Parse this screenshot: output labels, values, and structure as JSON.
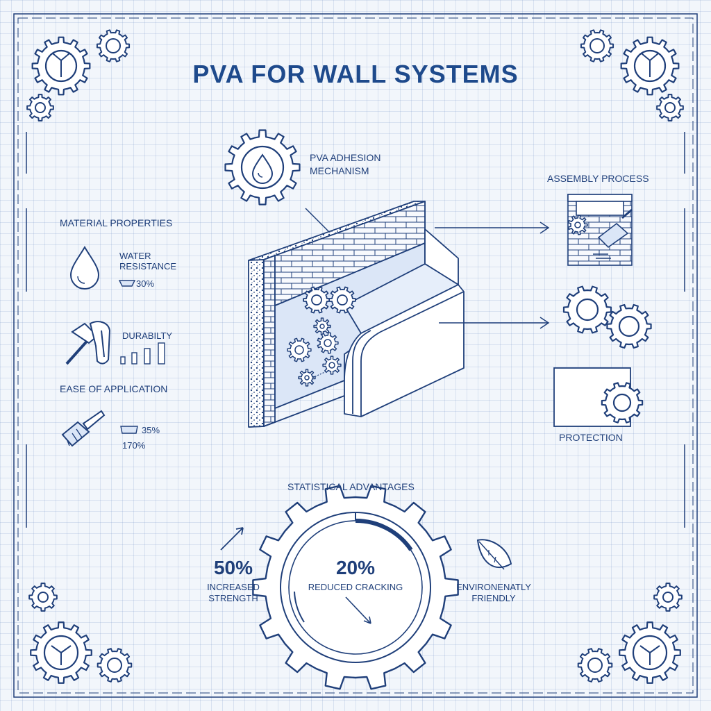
{
  "title": "PVA FOR WALL SYSTEMS",
  "adhesion": {
    "line1": "PVA ADHESION",
    "line2": "MECHANISM"
  },
  "material": {
    "heading": "MATERIAL PROPERTIES",
    "water_label_1": "WATER",
    "water_label_2": "RESISTANCE",
    "water_value": "30%",
    "durability_label": "DURABILTY",
    "ease_label": "EASE OF APPLICATION",
    "ease_value_1": "35%",
    "ease_value_2": "170%"
  },
  "assembly": {
    "heading": "ASSEMBLY PROCESS"
  },
  "protection": {
    "label": "PROTECTION"
  },
  "stats": {
    "heading": "STATISTICAL ADVANTAGES",
    "left_value": "50%",
    "left_label_1": "INCREASED",
    "left_label_2": "STRENGTH",
    "center_value": "20%",
    "center_label": "REDUCED CRACKING",
    "right_label_1": "ENVIRONENATLY",
    "right_label_2": "FRIENDLY"
  },
  "colors": {
    "ink": "#1f3f7a",
    "accent": "#1e4a8c",
    "panel": "#dbe6f7",
    "background": "#f2f6fb"
  },
  "icons": [
    "gear-icon",
    "water-drop-icon",
    "hammer-icon",
    "bar-chart-icon",
    "paintbrush-icon",
    "leaf-icon",
    "brick-wall-icon",
    "trowel-icon",
    "arrow-icon"
  ]
}
